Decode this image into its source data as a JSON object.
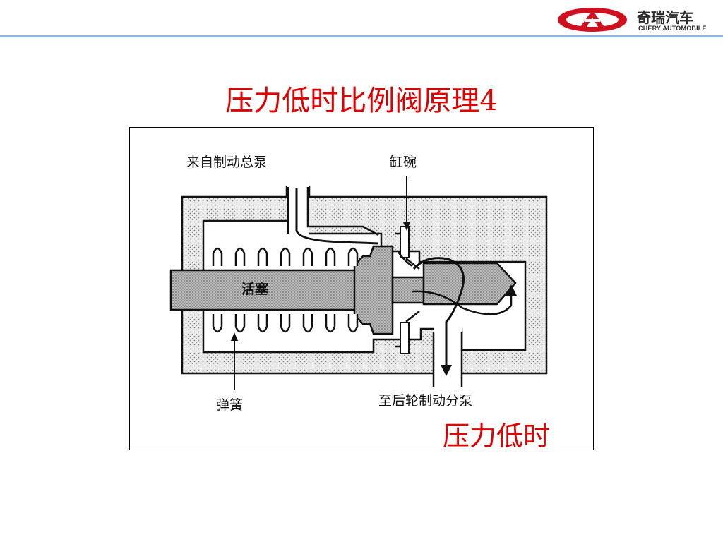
{
  "header": {
    "brand_cn": "奇瑞汽车",
    "brand_en": "CHERY AUTOMOBILE",
    "logo_icon": "chery-logo-icon",
    "rule_color": "#8fb5e0"
  },
  "slide": {
    "title": "压力低时比例阀原理4",
    "title_color": "#e00000"
  },
  "diagram": {
    "labels": {
      "inlet": "来自制动总泵",
      "cup_seal": "缸碗",
      "piston": "活塞",
      "spring": "弹簧",
      "outlet": "至后轮制动分泵"
    },
    "caption": "压力低时",
    "caption_color": "#e00000",
    "spring_coils": 7
  }
}
